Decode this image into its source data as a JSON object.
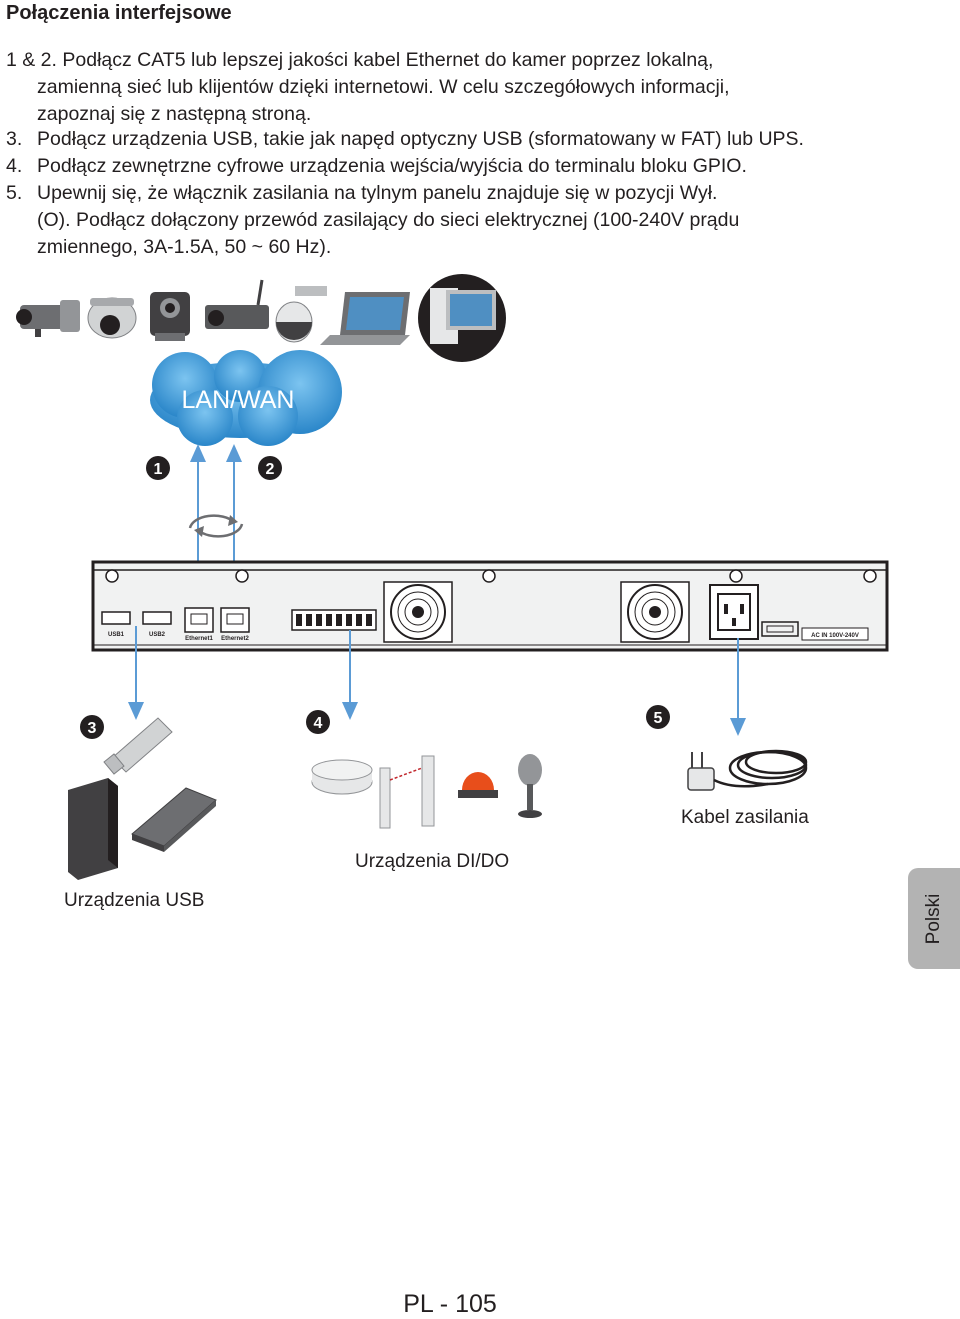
{
  "title": "Połączenia interfejsowe",
  "steps": {
    "s12_num": "1 & 2.",
    "s12_line1": "Podłącz CAT5 lub lepszej jakości kabel Ethernet do kamer poprzez lokalną,",
    "s12_line2": "zamienną sieć lub klijentów dzięki internetowi. W celu szczegółowych informacji,",
    "s12_line3": "zapoznaj się z następną stroną.",
    "s3_num": "3.",
    "s3_text": "Podłącz urządzenia USB, takie jak napęd optyczny USB (sformatowany w FAT) lub UPS.",
    "s4_num": "4.",
    "s4_text": "Podłącz zewnętrzne cyfrowe urządzenia wejścia/wyjścia do terminalu bloku GPIO.",
    "s5_num": "5.",
    "s5_line1": "Upewnij się, że włącznik zasilania na tylnym panelu znajduje się w pozycji Wył.",
    "s5_line2": "(O). Podłącz dołączony przewód zasilający do sieci elektrycznej (100-240V prądu",
    "s5_line3": "zmiennego, 3A-1.5A, 50 ~ 60 Hz)."
  },
  "diagram": {
    "cloud_label": "LAN/WAN",
    "markers": [
      "1",
      "2",
      "3",
      "4",
      "5"
    ],
    "port_labels": {
      "usb1": "USB1",
      "usb2": "USB2",
      "eth1": "Ethernet1",
      "eth2": "Ethernet2",
      "ac": "AC  IN  100V-240V"
    },
    "usb_devices_label": "Urządzenia USB",
    "dido_label": "Urządzenia DI/DO",
    "power_cable_label": "Kabel zasilania",
    "colors": {
      "arrow": "#5b9bd5",
      "cloud": "#4aa3df",
      "panel": "#231f20",
      "marker": "#231f20"
    }
  },
  "language_tab": "Polski",
  "page_number": "PL - 105"
}
